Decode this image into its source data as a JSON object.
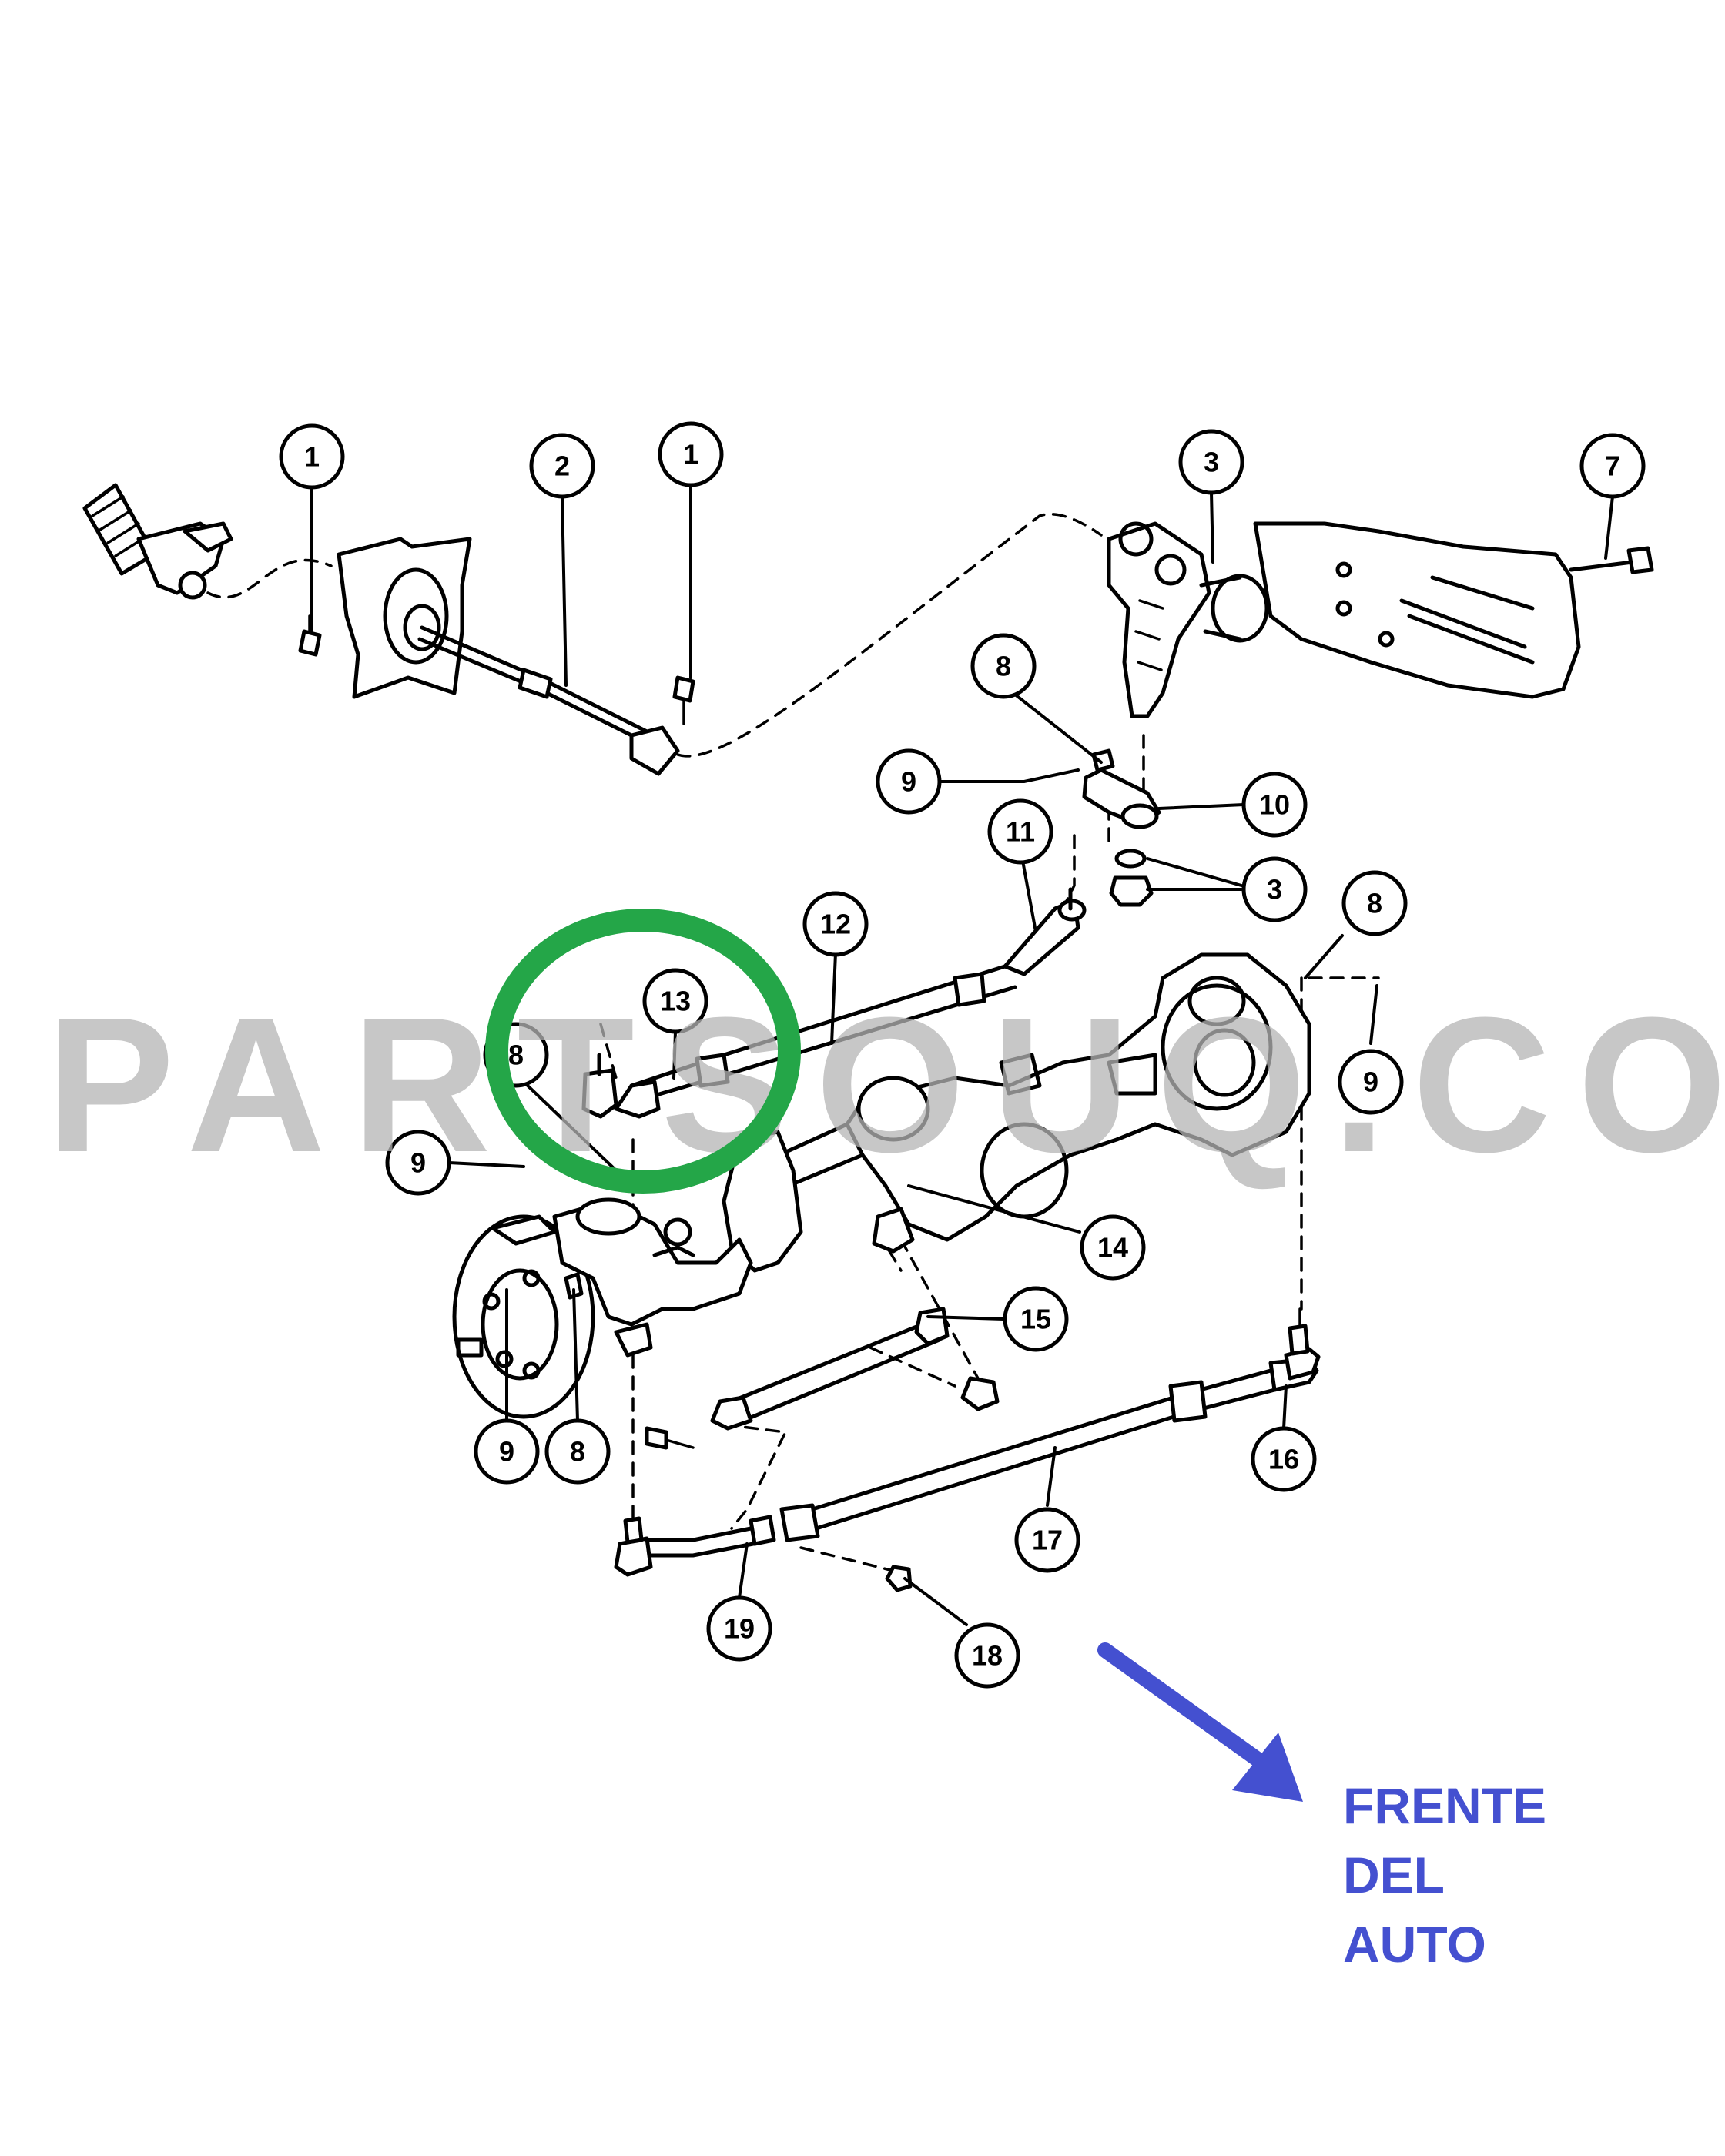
{
  "watermark": {
    "text": "PARTSOUQ.COM"
  },
  "callouts": [
    "1",
    "2",
    "1",
    "3",
    "7",
    "8",
    "9",
    "10",
    "11",
    "3",
    "12",
    "13",
    "8",
    "9",
    "8",
    "9",
    "14",
    "15",
    "16",
    "17",
    "18",
    "19",
    "9",
    "8"
  ],
  "direction_note": {
    "line1": "FRENTE",
    "line2": "DEL",
    "line3": "AUTO"
  },
  "colors": {
    "highlight": "#24a648",
    "note": "#4450d0",
    "watermark": "#b4b4b4",
    "ink": "#000000"
  }
}
